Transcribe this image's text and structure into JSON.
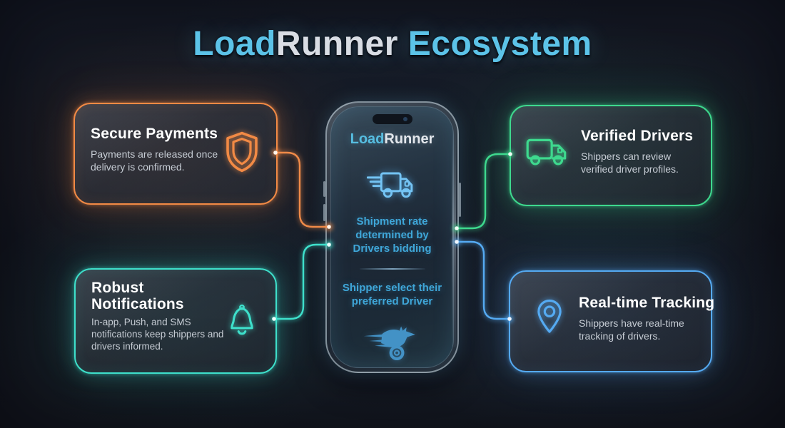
{
  "title": {
    "load": "Load",
    "runner": "Runner",
    "ecosystem": " Ecosystem"
  },
  "cards": {
    "secure_payments": {
      "title": "Secure Payments",
      "body": "Payments are released once delivery is confirmed.",
      "icon": "shield-icon",
      "accent_color": "#f28a45"
    },
    "verified_drivers": {
      "title": "Verified Drivers",
      "body": "Shippers can review verified driver profiles.",
      "icon": "truck-icon",
      "accent_color": "#3ed98e"
    },
    "robust_notifications": {
      "title": "Robust Notifications",
      "body": "In-app, Push, and SMS notifications keep shippers and drivers informed.",
      "icon": "bell-icon",
      "accent_color": "#3ee0cb"
    },
    "realtime_tracking": {
      "title": "Real-time Tracking",
      "body": "Shippers have real-time tracking of drivers.",
      "icon": "location-pin-icon",
      "accent_color": "#55aaf2"
    }
  },
  "phone": {
    "app_name": {
      "load": "Load",
      "runner": "Runner"
    },
    "features": {
      "bidding": "Shipment rate determined by Drivers bidding",
      "select_driver": "Shipper select their preferred Driver"
    },
    "icons": {
      "center": "delivery-truck-icon",
      "logo": "roadrunner-logo"
    }
  }
}
